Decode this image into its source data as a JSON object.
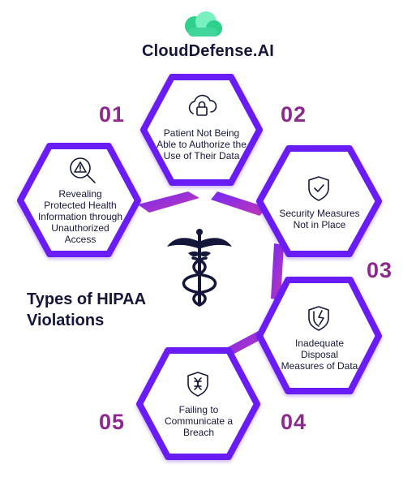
{
  "brand": {
    "name": "CloudDefense.AI",
    "accent": "#3fd59b"
  },
  "title": {
    "line1": "Types of HIPAA",
    "line2": "Violations"
  },
  "colors": {
    "hex_border": "#6a1ef5",
    "hex_border_dark": "#4a14b8",
    "number": "#8b2a8c",
    "text": "#16183a"
  },
  "center_icon": "caduceus-icon",
  "items": [
    {
      "number": "01",
      "label": "Revealing Protected Health Information through Unauthorized Access",
      "icon": "warning-magnifier-icon"
    },
    {
      "number": "02",
      "label": "Patient Not Being Able to Authorize the Use of Their Data",
      "icon": "cloud-lock-icon"
    },
    {
      "number": "03",
      "label": "Security Measures Not in Place",
      "icon": "shield-check-icon"
    },
    {
      "number": "04",
      "label": "Inadequate Disposal Measures of Data",
      "icon": "broken-shield-icon"
    },
    {
      "number": "05",
      "label": "Failing to Communicate a Breach",
      "icon": "dna-shield-icon"
    }
  ]
}
